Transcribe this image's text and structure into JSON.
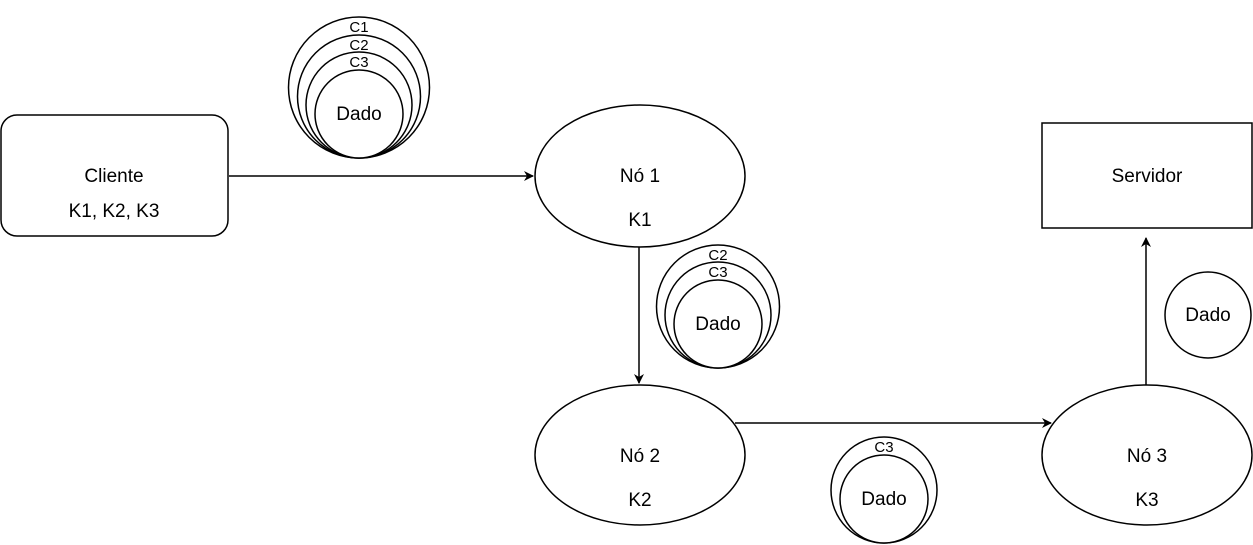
{
  "diagram": {
    "cliente": {
      "title": "Cliente",
      "keys": "K1, K2, K3"
    },
    "no1": {
      "title": "Nó 1",
      "key": "K1"
    },
    "no2": {
      "title": "Nó 2",
      "key": "K2"
    },
    "no3": {
      "title": "Nó 3",
      "key": "K3"
    },
    "servidor": {
      "title": "Servidor"
    },
    "packets": [
      {
        "layers": [
          "C1",
          "C2",
          "C3"
        ],
        "core": "Dado"
      },
      {
        "layers": [
          "C2",
          "C3"
        ],
        "core": "Dado"
      },
      {
        "layers": [
          "C3"
        ],
        "core": "Dado"
      },
      {
        "layers": [],
        "core": "Dado"
      }
    ],
    "edges": [
      {
        "from": "Cliente",
        "to": "Nó 1"
      },
      {
        "from": "Nó 1",
        "to": "Nó 2"
      },
      {
        "from": "Nó 2",
        "to": "Nó 3"
      },
      {
        "from": "Nó 3",
        "to": "Servidor"
      }
    ],
    "colors": {
      "stroke": "#000000",
      "fill": "#ffffff"
    }
  }
}
